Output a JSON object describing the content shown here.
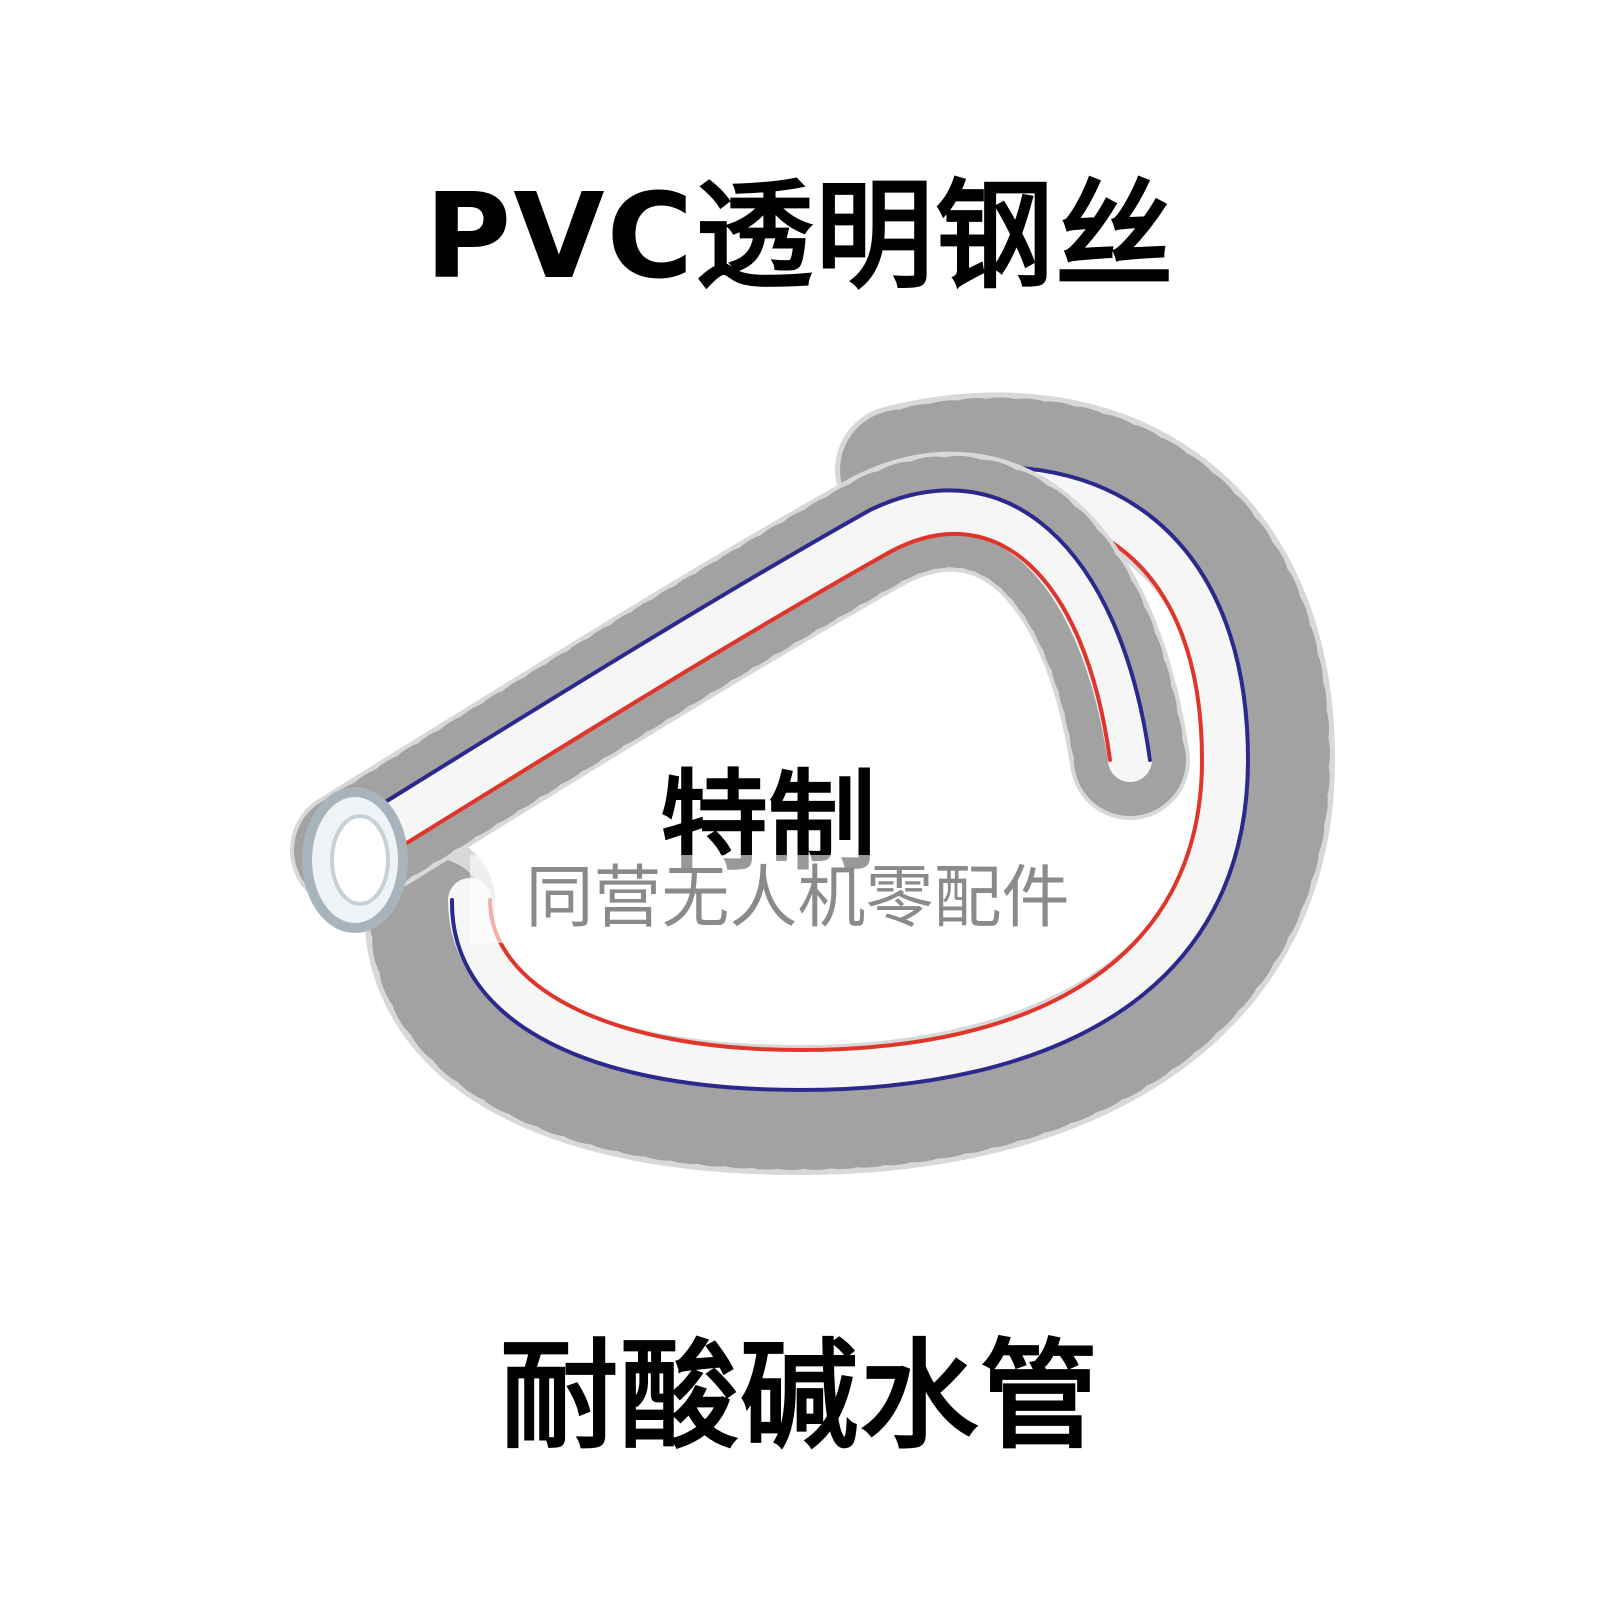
{
  "headline": "PVC透明钢丝",
  "badge": "特制",
  "watermark": "同营无人机零配件",
  "subheadline": "耐酸碱水管",
  "colors": {
    "blue_stripe": "#2b2a8c",
    "red_stripe": "#e0352b",
    "wire": "#8c8c8c",
    "hose_body": "#f4f4f4"
  }
}
